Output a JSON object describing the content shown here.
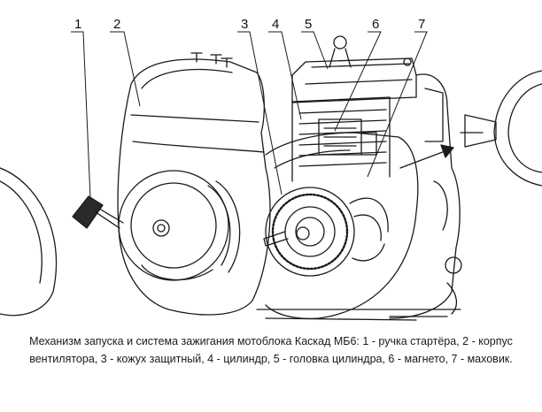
{
  "callouts": [
    "1",
    "2",
    "3",
    "4",
    "5",
    "6",
    "7"
  ],
  "caption": "Механизм запуска и система зажигания мотоблока Каскад МБ6: 1 - ручка стартёра, 2 - корпус вентилятора, 3 - кожух защитный, 4 - цилиндр, 5 - головка цилиндра, 6 - магнето, 7 - маховик."
}
